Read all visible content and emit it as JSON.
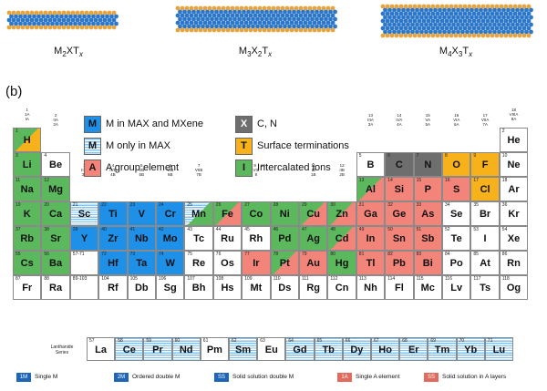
{
  "labels": {
    "m2xt": "M2XTx",
    "m3x2t": "M3X2Tx",
    "m4x3t": "M4X3Tx",
    "panel_b": "(b)",
    "group_1": "1\n1A\nIA",
    "group_2": "2\nIIA\n2A",
    "group_13": "13\nIIIA\n3A",
    "group_14": "14\nIVA\n4A",
    "group_15": "15\nVA\n5A",
    "group_16": "16\nVIA\n6A",
    "group_17": "17\nVIIA\n7A",
    "group_18": "18\nVIIIA\n8A",
    "group_3": "3\nIIIB\n3B",
    "group_4": "4\nIVB\n4B",
    "group_5": "5\nVB\n5B",
    "group_6": "6\nVIB\n6B",
    "group_7": "7\nVIIB\n7B",
    "group_8_10": "8    9    10",
    "group_viii": "VIII\n8",
    "group_11": "11\nIB\n1B",
    "group_12": "12\nIIB\n2B",
    "lanthanide": "Lanthanide\nSeries"
  },
  "legend": [
    {
      "sym": "M",
      "text": "M in MAX and MXene",
      "color": "#1e90e8"
    },
    {
      "sym": "M",
      "text": "M only in MAX",
      "color": "striped"
    },
    {
      "sym": "A",
      "text": "A group element",
      "color": "#f28479"
    },
    {
      "sym": "X",
      "text": "C, N",
      "color": "#6e6e6e"
    },
    {
      "sym": "T",
      "text": "Surface terminations",
      "color": "#f7b11a"
    },
    {
      "sym": "I",
      "text": "Intercalated ions",
      "color": "#5cb85c"
    }
  ],
  "footer": [
    {
      "tag": "1M",
      "text": "Single M",
      "color": "#1f66b8"
    },
    {
      "tag": "2M",
      "text": "Ordered double M",
      "color": "#1f66b8"
    },
    {
      "tag": "SS",
      "text": "Solid solution double M",
      "color": "#1f66b8"
    },
    {
      "tag": "1A",
      "text": "Single A element",
      "color": "#e06b5e"
    },
    {
      "tag": "SS",
      "text": "Solid solution in A layers",
      "color": "#e06b5e"
    }
  ],
  "elements": [
    {
      "n": 1,
      "s": "H",
      "r": 1,
      "c": 1,
      "k": "ti"
    },
    {
      "n": 2,
      "s": "He",
      "r": 1,
      "c": 18,
      "k": "w"
    },
    {
      "n": 3,
      "s": "Li",
      "r": 2,
      "c": 1,
      "k": "i"
    },
    {
      "n": 4,
      "s": "Be",
      "r": 2,
      "c": 2,
      "k": "w"
    },
    {
      "n": 5,
      "s": "B",
      "r": 2,
      "c": 13,
      "k": "w"
    },
    {
      "n": 6,
      "s": "C",
      "r": 2,
      "c": 14,
      "k": "x"
    },
    {
      "n": 7,
      "s": "N",
      "r": 2,
      "c": 15,
      "k": "x"
    },
    {
      "n": 8,
      "s": "O",
      "r": 2,
      "c": 16,
      "k": "t"
    },
    {
      "n": 9,
      "s": "F",
      "r": 2,
      "c": 17,
      "k": "t"
    },
    {
      "n": 10,
      "s": "Ne",
      "r": 2,
      "c": 18,
      "k": "w"
    },
    {
      "n": 11,
      "s": "Na",
      "r": 3,
      "c": 1,
      "k": "i"
    },
    {
      "n": 12,
      "s": "Mg",
      "r": 3,
      "c": 2,
      "k": "i"
    },
    {
      "n": 13,
      "s": "Al",
      "r": 3,
      "c": 13,
      "k": "ai"
    },
    {
      "n": 14,
      "s": "Si",
      "r": 3,
      "c": 14,
      "k": "a"
    },
    {
      "n": 15,
      "s": "P",
      "r": 3,
      "c": 15,
      "k": "a"
    },
    {
      "n": 16,
      "s": "S",
      "r": 3,
      "c": 16,
      "k": "a"
    },
    {
      "n": 17,
      "s": "Cl",
      "r": 3,
      "c": 17,
      "k": "t"
    },
    {
      "n": 18,
      "s": "Ar",
      "r": 3,
      "c": 18,
      "k": "w"
    },
    {
      "n": 19,
      "s": "K",
      "r": 4,
      "c": 1,
      "k": "i"
    },
    {
      "n": 20,
      "s": "Ca",
      "r": 4,
      "c": 2,
      "k": "i"
    },
    {
      "n": 21,
      "s": "Sc",
      "r": 4,
      "c": 3,
      "k": "st"
    },
    {
      "n": 22,
      "s": "Ti",
      "r": 4,
      "c": 4,
      "k": "m"
    },
    {
      "n": 23,
      "s": "V",
      "r": 4,
      "c": 5,
      "k": "m"
    },
    {
      "n": 24,
      "s": "Cr",
      "r": 4,
      "c": 6,
      "k": "m"
    },
    {
      "n": 25,
      "s": "Mn",
      "r": 4,
      "c": 7,
      "k": "si"
    },
    {
      "n": 26,
      "s": "Fe",
      "r": 4,
      "c": 8,
      "k": "ai"
    },
    {
      "n": 27,
      "s": "Co",
      "r": 4,
      "c": 9,
      "k": "i"
    },
    {
      "n": 28,
      "s": "Ni",
      "r": 4,
      "c": 10,
      "k": "i"
    },
    {
      "n": 29,
      "s": "Cu",
      "r": 4,
      "c": 11,
      "k": "ai"
    },
    {
      "n": 30,
      "s": "Zn",
      "r": 4,
      "c": 12,
      "k": "ai"
    },
    {
      "n": 31,
      "s": "Ga",
      "r": 4,
      "c": 13,
      "k": "a"
    },
    {
      "n": 32,
      "s": "Ge",
      "r": 4,
      "c": 14,
      "k": "a"
    },
    {
      "n": 33,
      "s": "As",
      "r": 4,
      "c": 15,
      "k": "a"
    },
    {
      "n": 34,
      "s": "Se",
      "r": 4,
      "c": 16,
      "k": "w"
    },
    {
      "n": 35,
      "s": "Br",
      "r": 4,
      "c": 17,
      "k": "w"
    },
    {
      "n": 36,
      "s": "Kr",
      "r": 4,
      "c": 18,
      "k": "w"
    },
    {
      "n": 37,
      "s": "Rb",
      "r": 5,
      "c": 1,
      "k": "i"
    },
    {
      "n": 38,
      "s": "Sr",
      "r": 5,
      "c": 2,
      "k": "i"
    },
    {
      "n": 39,
      "s": "Y",
      "r": 5,
      "c": 3,
      "k": "m"
    },
    {
      "n": 40,
      "s": "Zr",
      "r": 5,
      "c": 4,
      "k": "m"
    },
    {
      "n": 41,
      "s": "Nb",
      "r": 5,
      "c": 5,
      "k": "m"
    },
    {
      "n": 42,
      "s": "Mo",
      "r": 5,
      "c": 6,
      "k": "m"
    },
    {
      "n": 43,
      "s": "Tc",
      "r": 5,
      "c": 7,
      "k": "w"
    },
    {
      "n": 44,
      "s": "Ru",
      "r": 5,
      "c": 8,
      "k": "w"
    },
    {
      "n": 45,
      "s": "Rh",
      "r": 5,
      "c": 9,
      "k": "w"
    },
    {
      "n": 46,
      "s": "Pd",
      "r": 5,
      "c": 10,
      "k": "i"
    },
    {
      "n": 47,
      "s": "Ag",
      "r": 5,
      "c": 11,
      "k": "i"
    },
    {
      "n": 48,
      "s": "Cd",
      "r": 5,
      "c": 12,
      "k": "ai"
    },
    {
      "n": 49,
      "s": "In",
      "r": 5,
      "c": 13,
      "k": "a"
    },
    {
      "n": 50,
      "s": "Sn",
      "r": 5,
      "c": 14,
      "k": "a"
    },
    {
      "n": 51,
      "s": "Sb",
      "r": 5,
      "c": 15,
      "k": "a"
    },
    {
      "n": 52,
      "s": "Te",
      "r": 5,
      "c": 16,
      "k": "w"
    },
    {
      "n": 53,
      "s": "I",
      "r": 5,
      "c": 17,
      "k": "w"
    },
    {
      "n": 54,
      "s": "Xe",
      "r": 5,
      "c": 18,
      "k": "w"
    },
    {
      "n": 55,
      "s": "Cs",
      "r": 6,
      "c": 1,
      "k": "i"
    },
    {
      "n": 56,
      "s": "Ba",
      "r": 6,
      "c": 2,
      "k": "i"
    },
    {
      "n": "57-71",
      "s": "",
      "r": 6,
      "c": 3,
      "k": "w"
    },
    {
      "n": 72,
      "s": "Hf",
      "r": 6,
      "c": 4,
      "k": "m"
    },
    {
      "n": 73,
      "s": "Ta",
      "r": 6,
      "c": 5,
      "k": "m"
    },
    {
      "n": 74,
      "s": "W",
      "r": 6,
      "c": 6,
      "k": "m"
    },
    {
      "n": 75,
      "s": "Re",
      "r": 6,
      "c": 7,
      "k": "w"
    },
    {
      "n": 76,
      "s": "Os",
      "r": 6,
      "c": 8,
      "k": "w"
    },
    {
      "n": 77,
      "s": "Ir",
      "r": 6,
      "c": 9,
      "k": "a"
    },
    {
      "n": 78,
      "s": "Pt",
      "r": 6,
      "c": 10,
      "k": "ai"
    },
    {
      "n": 79,
      "s": "Au",
      "r": 6,
      "c": 11,
      "k": "a"
    },
    {
      "n": 80,
      "s": "Hg",
      "r": 6,
      "c": 12,
      "k": "i"
    },
    {
      "n": 81,
      "s": "Tl",
      "r": 6,
      "c": 13,
      "k": "a"
    },
    {
      "n": 82,
      "s": "Pb",
      "r": 6,
      "c": 14,
      "k": "a"
    },
    {
      "n": 83,
      "s": "Bi",
      "r": 6,
      "c": 15,
      "k": "a"
    },
    {
      "n": 84,
      "s": "Po",
      "r": 6,
      "c": 16,
      "k": "w"
    },
    {
      "n": 85,
      "s": "At",
      "r": 6,
      "c": 17,
      "k": "w"
    },
    {
      "n": 86,
      "s": "Rn",
      "r": 6,
      "c": 18,
      "k": "w"
    },
    {
      "n": 87,
      "s": "Fr",
      "r": 7,
      "c": 1,
      "k": "w"
    },
    {
      "n": 88,
      "s": "Ra",
      "r": 7,
      "c": 2,
      "k": "w"
    },
    {
      "n": "89-103",
      "s": "",
      "r": 7,
      "c": 3,
      "k": "w"
    },
    {
      "n": 104,
      "s": "Rf",
      "r": 7,
      "c": 4,
      "k": "w"
    },
    {
      "n": 105,
      "s": "Db",
      "r": 7,
      "c": 5,
      "k": "w"
    },
    {
      "n": 106,
      "s": "Sg",
      "r": 7,
      "c": 6,
      "k": "w"
    },
    {
      "n": 107,
      "s": "Bh",
      "r": 7,
      "c": 7,
      "k": "w"
    },
    {
      "n": 108,
      "s": "Hs",
      "r": 7,
      "c": 8,
      "k": "w"
    },
    {
      "n": 109,
      "s": "Mt",
      "r": 7,
      "c": 9,
      "k": "w"
    },
    {
      "n": 110,
      "s": "Ds",
      "r": 7,
      "c": 10,
      "k": "w"
    },
    {
      "n": 111,
      "s": "Rg",
      "r": 7,
      "c": 11,
      "k": "w"
    },
    {
      "n": 112,
      "s": "Cn",
      "r": 7,
      "c": 12,
      "k": "w"
    },
    {
      "n": 113,
      "s": "Nh",
      "r": 7,
      "c": 13,
      "k": "w"
    },
    {
      "n": 114,
      "s": "Fl",
      "r": 7,
      "c": 14,
      "k": "w"
    },
    {
      "n": 115,
      "s": "Mc",
      "r": 7,
      "c": 15,
      "k": "w"
    },
    {
      "n": 116,
      "s": "Lv",
      "r": 7,
      "c": 16,
      "k": "w"
    },
    {
      "n": 117,
      "s": "Ts",
      "r": 7,
      "c": 17,
      "k": "w"
    },
    {
      "n": 118,
      "s": "Og",
      "r": 7,
      "c": 18,
      "k": "w"
    }
  ],
  "lanthanides": [
    {
      "n": 57,
      "s": "La",
      "k": "w"
    },
    {
      "n": 58,
      "s": "Ce",
      "k": "st"
    },
    {
      "n": 59,
      "s": "Pr",
      "k": "st"
    },
    {
      "n": 60,
      "s": "Nd",
      "k": "st"
    },
    {
      "n": 61,
      "s": "Pm",
      "k": "w"
    },
    {
      "n": 62,
      "s": "Sm",
      "k": "st"
    },
    {
      "n": 63,
      "s": "Eu",
      "k": "w"
    },
    {
      "n": 64,
      "s": "Gd",
      "k": "st"
    },
    {
      "n": 65,
      "s": "Tb",
      "k": "st"
    },
    {
      "n": 66,
      "s": "Dy",
      "k": "st"
    },
    {
      "n": 67,
      "s": "Ho",
      "k": "st"
    },
    {
      "n": 68,
      "s": "Er",
      "k": "st"
    },
    {
      "n": 69,
      "s": "Tm",
      "k": "st"
    },
    {
      "n": 70,
      "s": "Yb",
      "k": "st"
    },
    {
      "n": 71,
      "s": "Lu",
      "k": "st"
    }
  ],
  "colors": {
    "m": "#1e90e8",
    "a": "#f28479",
    "x": "#6e6e6e",
    "t": "#f7b11a",
    "i": "#5cb85c",
    "w": "#ffffff",
    "tag_blue": "#1f66b8",
    "tag_red": "#e06b5e"
  }
}
